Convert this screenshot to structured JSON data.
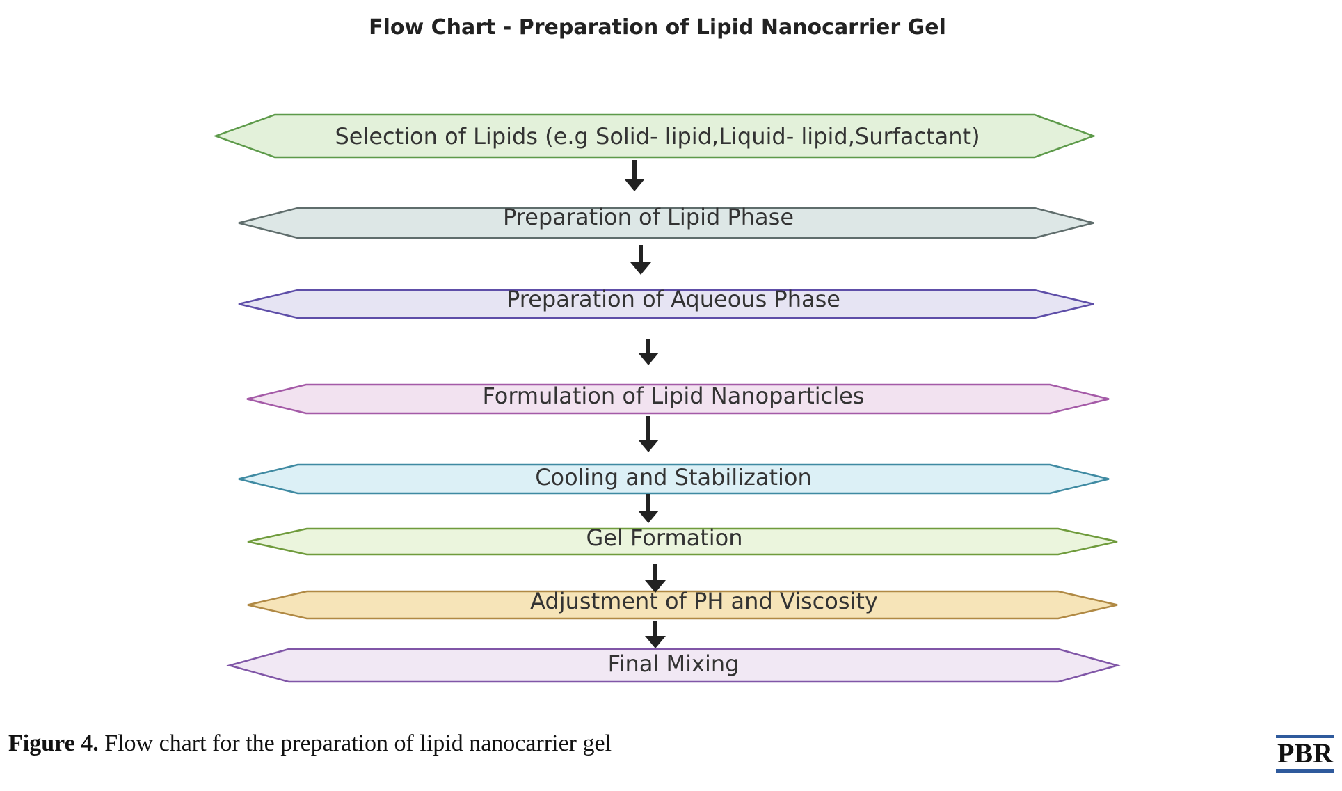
{
  "title": "Flow Chart - Preparation of Lipid Nanocarrier Gel",
  "steps": [
    {
      "label": "Selection of Lipids (e.g Solid- lipid,Liquid- lipid,Surfactant)",
      "fill": "#e3f1da",
      "stroke": "#5d9a4a"
    },
    {
      "label": "Preparation of Lipid Phase",
      "fill": "#dde7e6",
      "stroke": "#5f6d6c"
    },
    {
      "label": "Preparation of Aqueous Phase",
      "fill": "#e6e4f3",
      "stroke": "#5e4ea8"
    },
    {
      "label": "Formulation of Lipid Nanoparticles",
      "fill": "#f2e2f0",
      "stroke": "#a45aa7"
    },
    {
      "label": "Cooling and Stabilization",
      "fill": "#dcf0f6",
      "stroke": "#3f8aa2"
    },
    {
      "label": "Gel Formation",
      "fill": "#ebf5dd",
      "stroke": "#6f9b3c"
    },
    {
      "label": "Adjustment of PH and Viscosity",
      "fill": "#f6e4b8",
      "stroke": "#b08944"
    },
    {
      "label": "Final Mixing",
      "fill": "#f1e8f4",
      "stroke": "#8056a7"
    }
  ],
  "caption": {
    "prefix": "Figure 4.",
    "text": " Flow chart for the preparation of lipid nanocarrier gel"
  },
  "logo": "PBR",
  "arrow_color": "#222222"
}
